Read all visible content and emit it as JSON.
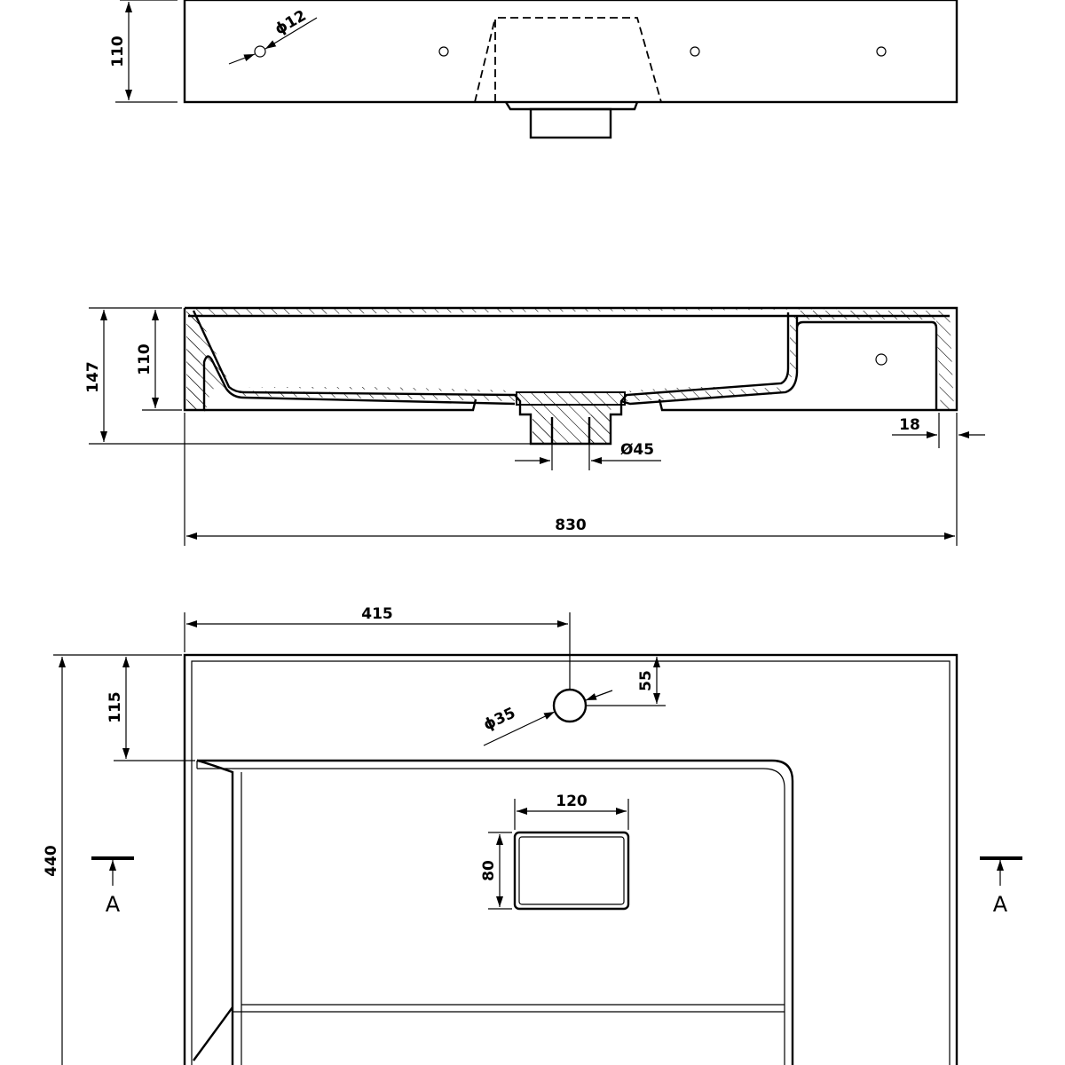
{
  "top_view": {
    "height_label": "110",
    "hole_diameter_label": "ϕ12"
  },
  "section_view": {
    "total_height_label": "147",
    "basin_height_label": "110",
    "wall_label": "18",
    "drain_diameter_label": "Ø45",
    "width_label": "830"
  },
  "plan_view": {
    "tap_offset_label": "415",
    "tap_edge_label": "55",
    "tap_diameter_label": "ϕ35",
    "basin_offset_label": "115",
    "depth_label": "440",
    "drain_width_label": "120",
    "drain_height_label": "80",
    "section_mark_left": "A",
    "section_mark_right": "A"
  }
}
